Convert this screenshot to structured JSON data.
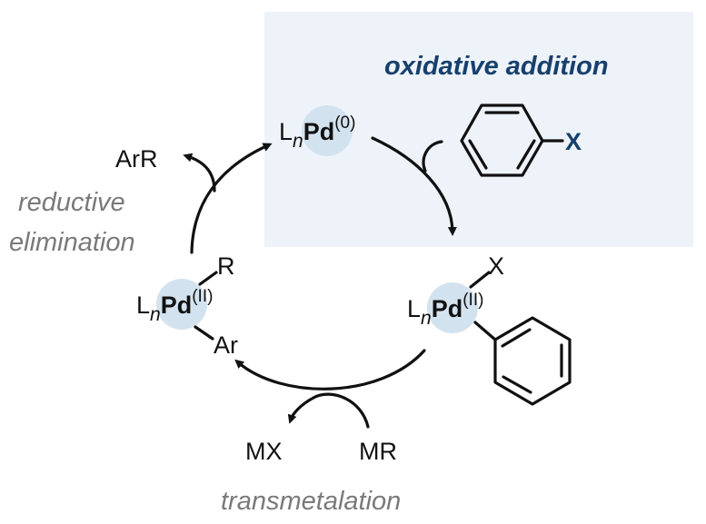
{
  "steps": {
    "oxidative_addition": "oxidative addition",
    "reductive_line1": "reductive",
    "reductive_line2": "elimination",
    "transmetalation": "transmetalation"
  },
  "pd0": {
    "L": "L",
    "n": "n",
    "Pd": "Pd",
    "ox": "(0)"
  },
  "pd_oa": {
    "L": "L",
    "n": "n",
    "Pd": "Pd",
    "ox": "(II)",
    "X": "X"
  },
  "pd_tm": {
    "L": "L",
    "n": "n",
    "Pd": "Pd",
    "ox": "(II)",
    "R": "R",
    "Ar": "Ar"
  },
  "aryl_halide": {
    "X": "X"
  },
  "species": {
    "ArR": "ArR",
    "MX": "MX",
    "MR": "MR"
  },
  "colors": {
    "highlight_box": "#eef3f9",
    "pd_circle": "#d3e2ef",
    "accent": "#17406d",
    "muted": "#7a7a7a"
  }
}
